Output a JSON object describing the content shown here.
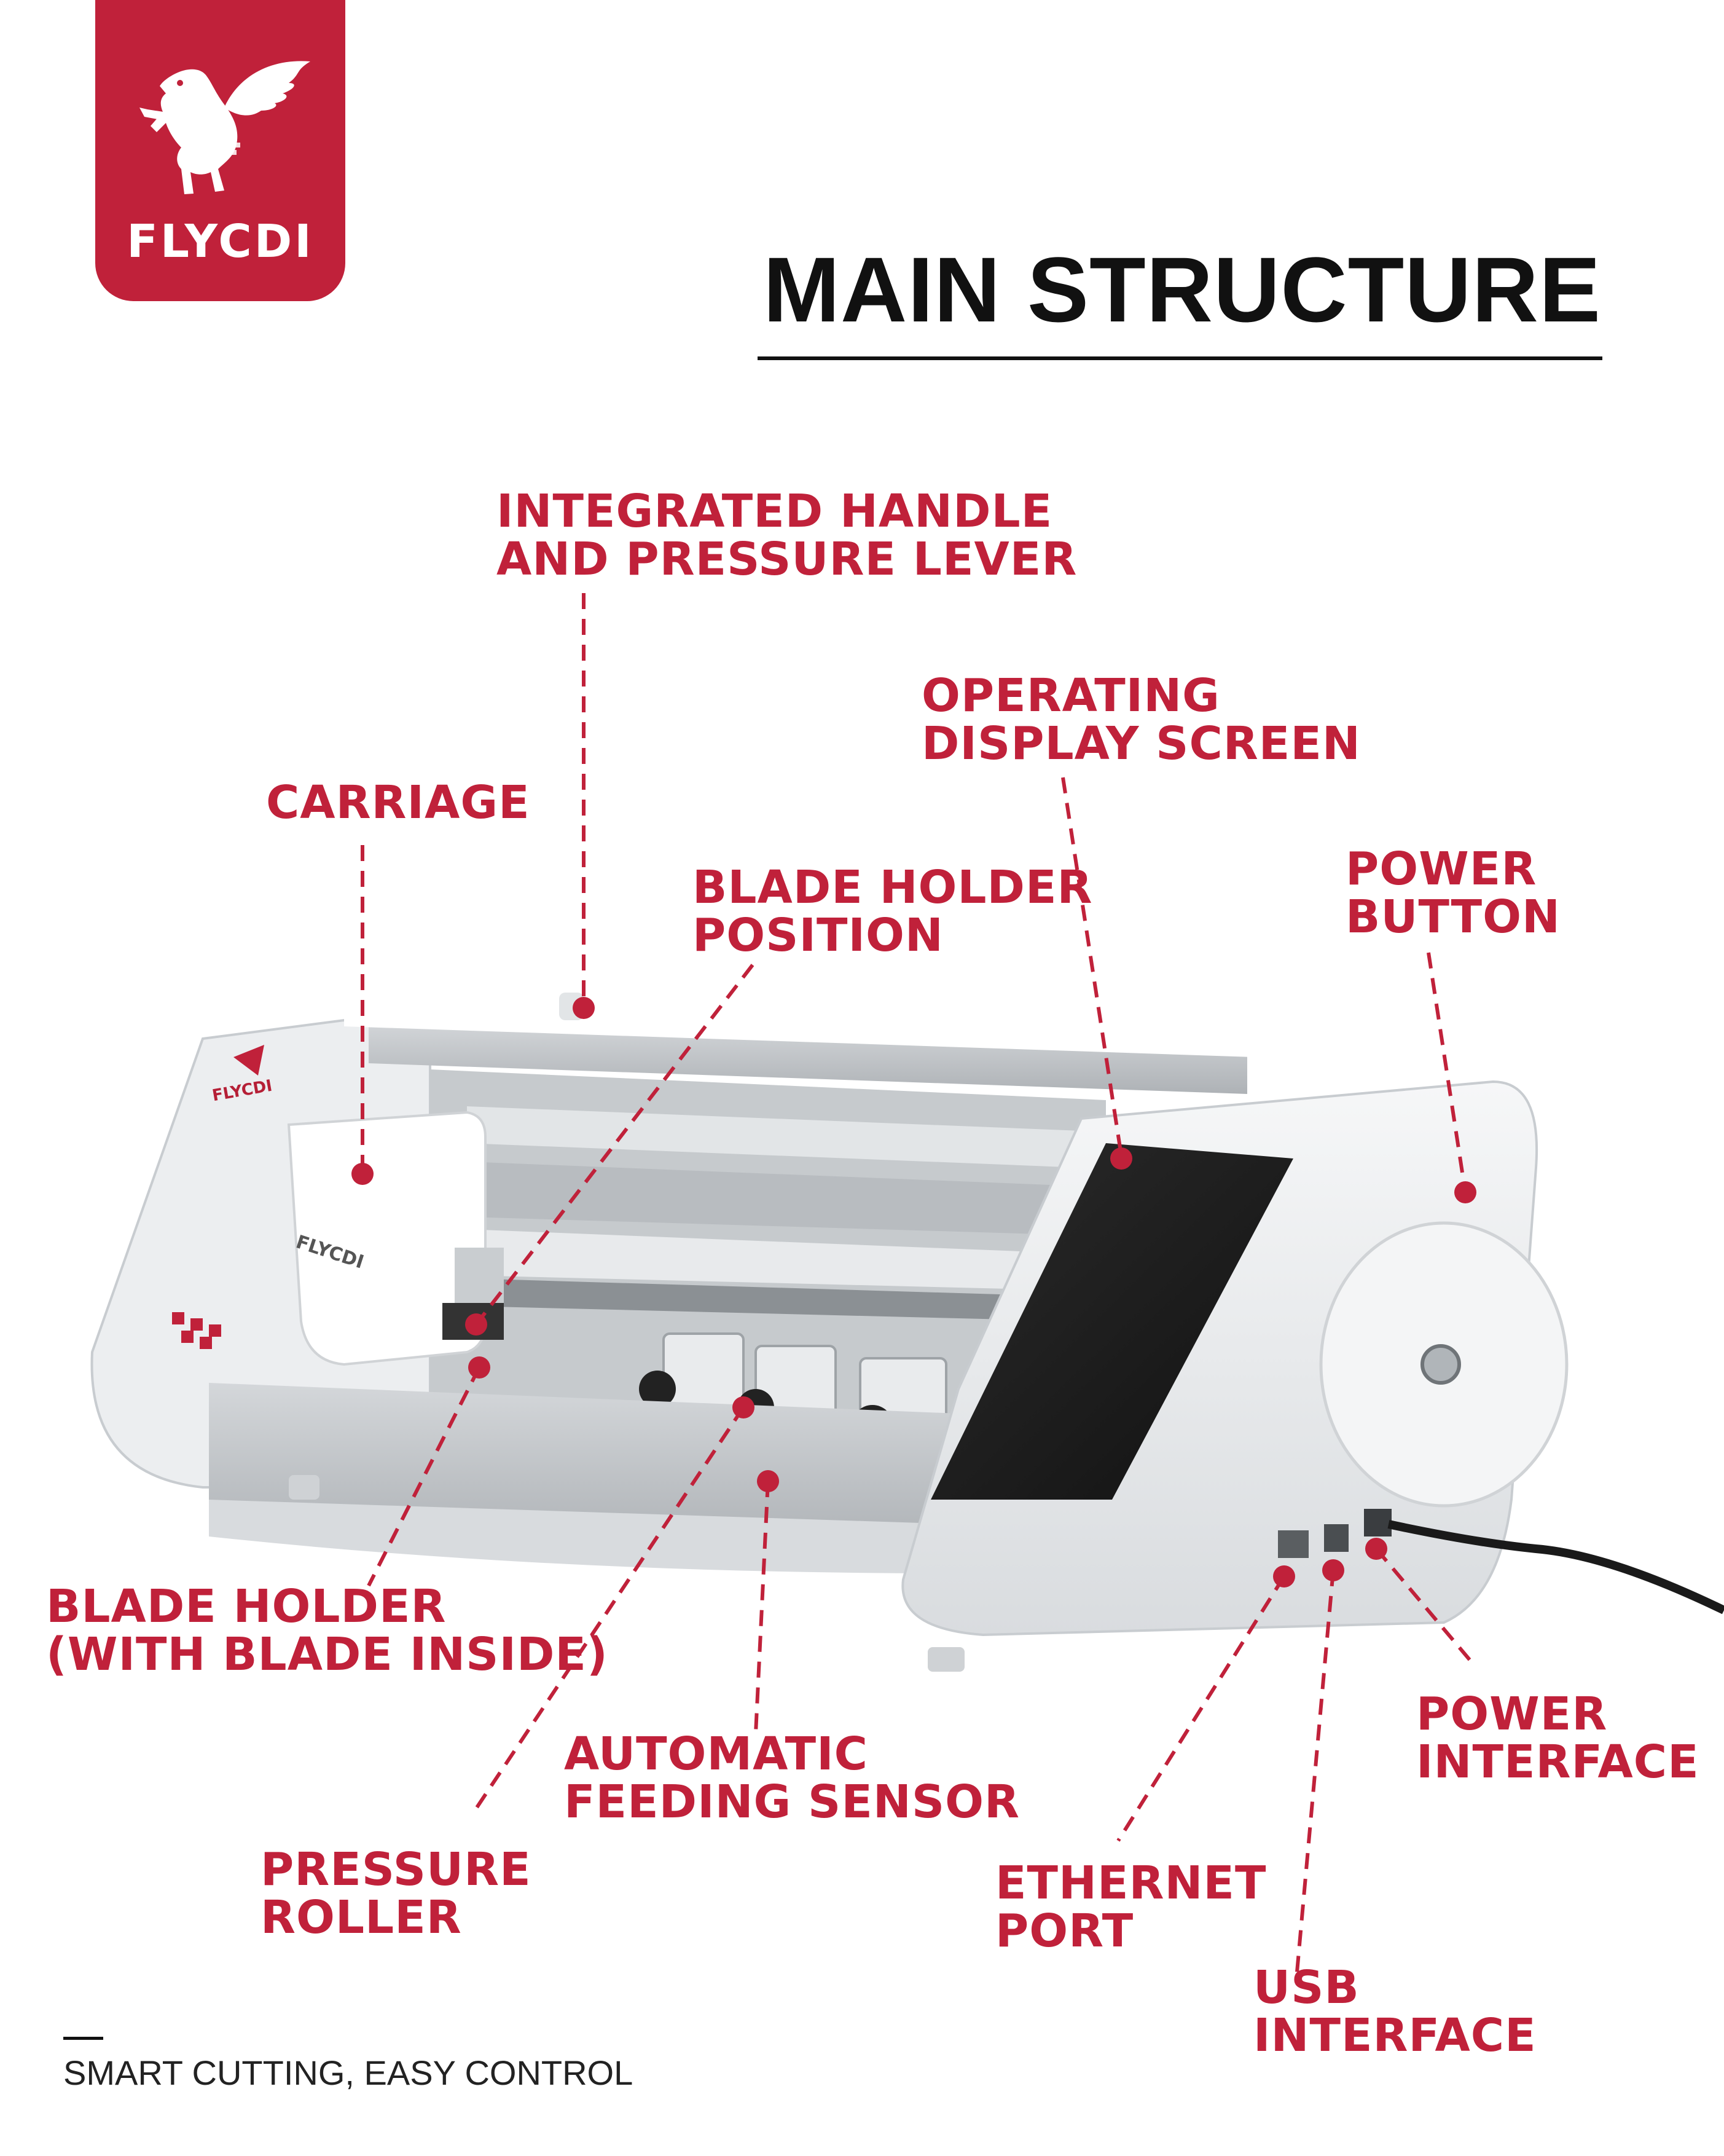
{
  "brand": {
    "logo_text": "FLYCDI",
    "logo_icon": "pegasus-icon",
    "badge_color": "#c0213a"
  },
  "header": {
    "title": "MAIN STRUCTURE"
  },
  "callouts": {
    "integrated_handle": {
      "line1": "INTEGRATED HANDLE",
      "line2": "AND PRESSURE LEVER"
    },
    "operating_display": {
      "line1": "OPERATING",
      "line2": "DISPLAY SCREEN"
    },
    "carriage": {
      "line1": "CARRIAGE"
    },
    "blade_holder_position": {
      "line1": "BLADE HOLDER",
      "line2": "POSITION"
    },
    "power_button": {
      "line1": "POWER",
      "line2": "BUTTON"
    },
    "blade_holder": {
      "line1": "BLADE HOLDER",
      "line2": "(WITH BLADE INSIDE)"
    },
    "automatic_feeding_sensor": {
      "line1": "AUTOMATIC",
      "line2": "FEEDING SENSOR"
    },
    "power_interface": {
      "line1": "POWER",
      "line2": "INTERFACE"
    },
    "pressure_roller": {
      "line1": "PRESSURE",
      "line2": "ROLLER"
    },
    "ethernet_port": {
      "line1": "ETHERNET",
      "line2": "PORT"
    },
    "usb_interface": {
      "line1": "USB",
      "line2": "INTERFACE"
    }
  },
  "machine": {
    "body_logo": "FLYCDI",
    "carriage_logo": "FLYCDI"
  },
  "footer": {
    "tagline": "SMART CUTTING, EASY CONTROL"
  },
  "colors": {
    "accent": "#c0213a",
    "text": "#111111"
  }
}
